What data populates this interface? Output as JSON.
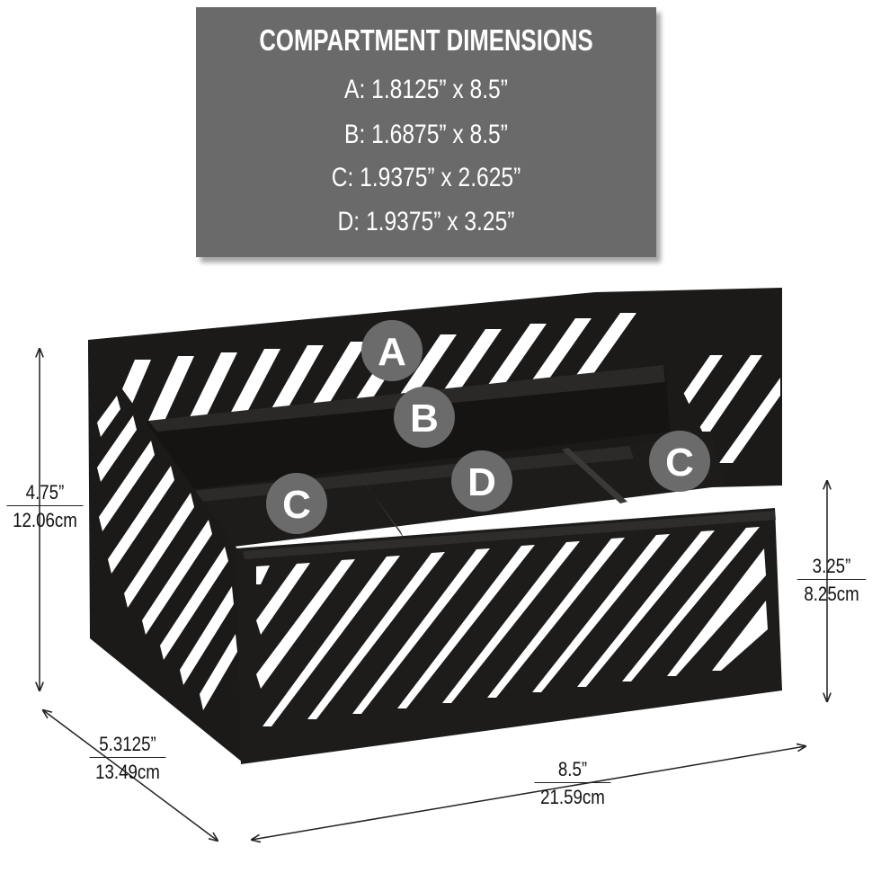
{
  "info": {
    "title": "COMPARTMENT DIMENSIONS",
    "lines": [
      "A: 1.8125” x 8.5”",
      "B: 1.6875” x 8.5”",
      "C: 1.9375” x 2.625”",
      "D: 1.9375” x 3.25”"
    ]
  },
  "labels": {
    "a": "A",
    "b": "B",
    "c_left": "C",
    "d": "D",
    "c_right": "C"
  },
  "dimensions": {
    "height": {
      "in": "4.75”",
      "cm": "12.06cm"
    },
    "front_height": {
      "in": "3.25”",
      "cm": "8.25cm"
    },
    "depth": {
      "in": "5.3125”",
      "cm": "13.49cm"
    },
    "width": {
      "in": "8.5”",
      "cm": "21.59cm"
    }
  },
  "colors": {
    "panel": "#6a6a6a",
    "organizer": "#1b1a19",
    "badge": "#6b6b6b"
  }
}
